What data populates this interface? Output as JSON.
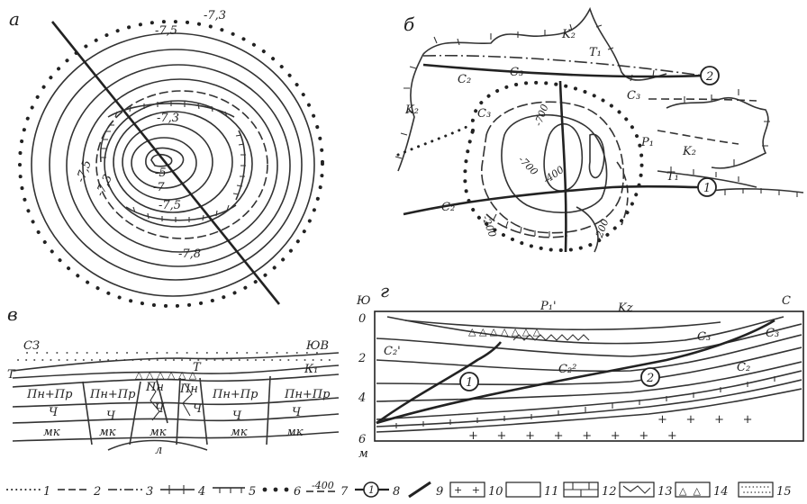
{
  "panels": {
    "a": {
      "letter": "а",
      "contour_labels": [
        "-7,3",
        "-7,5",
        "-7,3",
        "-5",
        "-7",
        "-7,5",
        "-7,5",
        "-7,3",
        "-7,8"
      ]
    },
    "b": {
      "letter": "б",
      "labels": [
        "K₂",
        "T₁",
        "C₂",
        "C₃",
        "C₃",
        "C₃",
        "K₂",
        "P₁",
        "K₂",
        "T₁",
        "C₂"
      ],
      "contour_labels": [
        "-700",
        "-700",
        "-400",
        "-200",
        "-200"
      ],
      "markers": [
        "2",
        "1"
      ]
    },
    "v": {
      "letter": "в",
      "dir_left": "СЗ",
      "dir_right": "ЮВ",
      "labels": [
        "Т",
        "К₁",
        "Т",
        "Пн+Пр",
        "Пн+Пр",
        "Пн",
        "Пн",
        "Пн+Пр",
        "Пн+Пр",
        "Ч",
        "Ч",
        "Ч",
        "Ч",
        "Ч",
        "Ч",
        "мк",
        "мк",
        "мк",
        "мк",
        "мк",
        "л"
      ]
    },
    "g": {
      "letter": "г",
      "dir_left": "Ю",
      "dir_right": "С",
      "depth_ticks": [
        "0",
        "2",
        "4",
        "6"
      ],
      "depth_unit": "м",
      "labels": [
        "P₁'",
        "Kz",
        "C₃",
        "C₃",
        "C₂'",
        "C₂²",
        "C₂"
      ],
      "markers": [
        "1",
        "2"
      ]
    }
  },
  "legend": {
    "items": [
      "1",
      "2",
      "3",
      "4",
      "5",
      "6",
      "7",
      "8",
      "9",
      "10",
      "11",
      "12",
      "13",
      "14",
      "15"
    ],
    "sample_400": "-400",
    "sample_circle": "1"
  }
}
